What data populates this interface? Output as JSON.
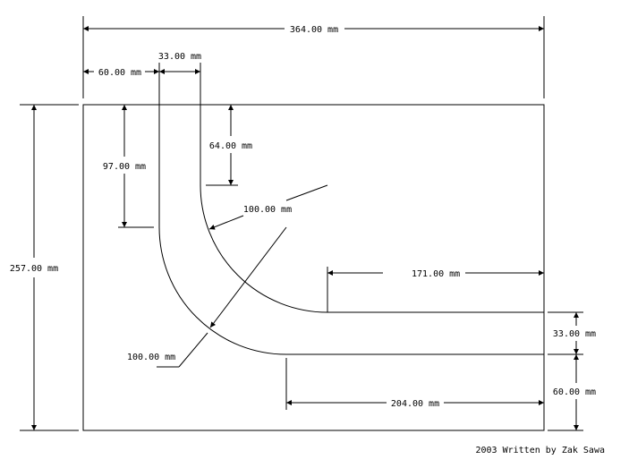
{
  "drawing": {
    "dimensions": {
      "overall_width": "364.00 mm",
      "left_offset": "60.00 mm",
      "channel_width_top": "33.00 mm",
      "height": "257.00 mm",
      "outer_vertical": "97.00 mm",
      "inner_vertical": "64.00 mm",
      "inner_radius": "100.00 mm",
      "outer_radius": "100.00 mm",
      "inner_horizontal": "171.00 mm",
      "channel_width_right": "33.00 mm",
      "bottom_offset": "60.00 mm",
      "outer_horizontal": "204.00 mm"
    },
    "credit": "2003 Written by Zak Sawa"
  }
}
